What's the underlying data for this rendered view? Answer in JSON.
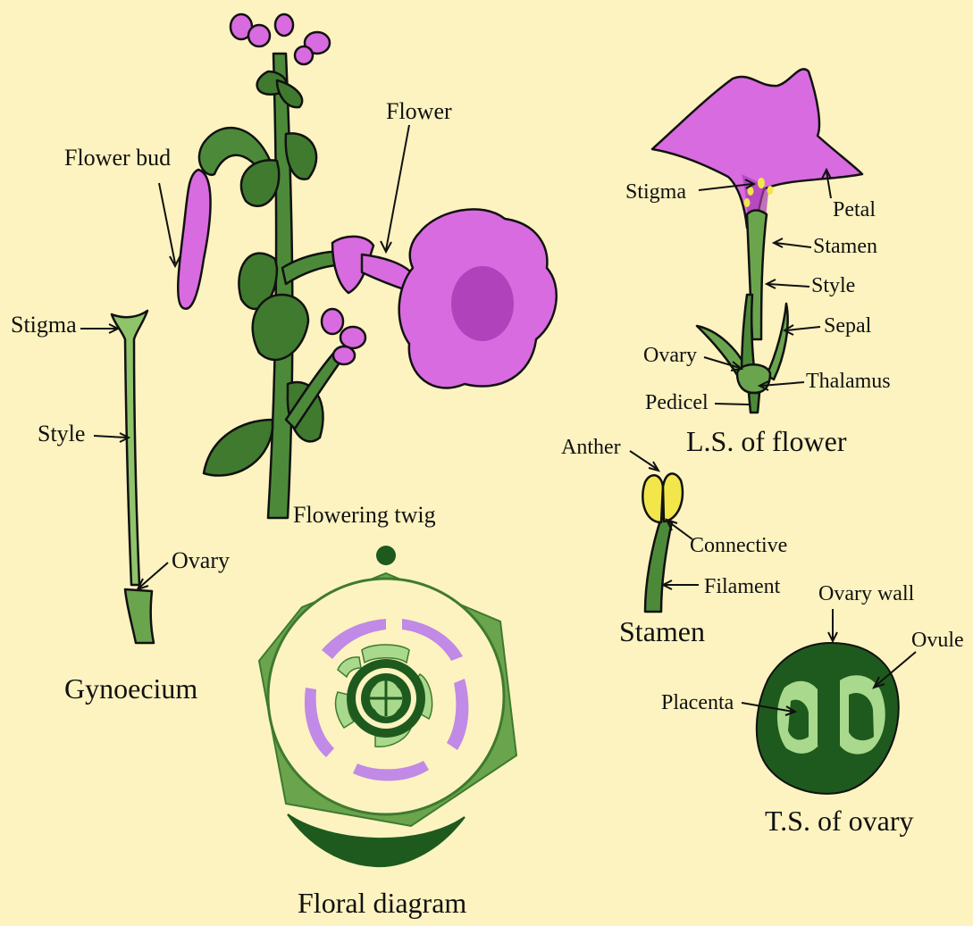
{
  "labels": {
    "flower_bud": "Flower bud",
    "flower": "Flower",
    "flowering_twig": "Flowering twig",
    "gyn_stigma": "Stigma",
    "gyn_style": "Style",
    "gyn_ovary": "Ovary",
    "gynoecium": "Gynoecium",
    "floral_diagram": "Floral diagram",
    "ls_stigma": "Stigma",
    "ls_petal": "Petal",
    "ls_stamen": "Stamen",
    "ls_style": "Style",
    "ls_sepal": "Sepal",
    "ls_ovary": "Ovary",
    "ls_thalamus": "Thalamus",
    "ls_pedicel": "Pedicel",
    "ls_title": "L.S. of flower",
    "anther": "Anther",
    "connective": "Connective",
    "filament": "Filament",
    "stamen_title": "Stamen",
    "ovary_wall": "Ovary wall",
    "ovule": "Ovule",
    "placenta": "Placenta",
    "ts_title": "T.S. of ovary"
  },
  "colors": {
    "background": "#fdf3c0",
    "petal": "#d96be0",
    "petal_dark": "#b94dc4",
    "leaf": "#3f7a2e",
    "leaf_light": "#8fc46a",
    "pale_green": "#a9d98c",
    "dark_green": "#1e5a1e",
    "anther": "#f2e64a",
    "lavender": "#c08ae6"
  }
}
